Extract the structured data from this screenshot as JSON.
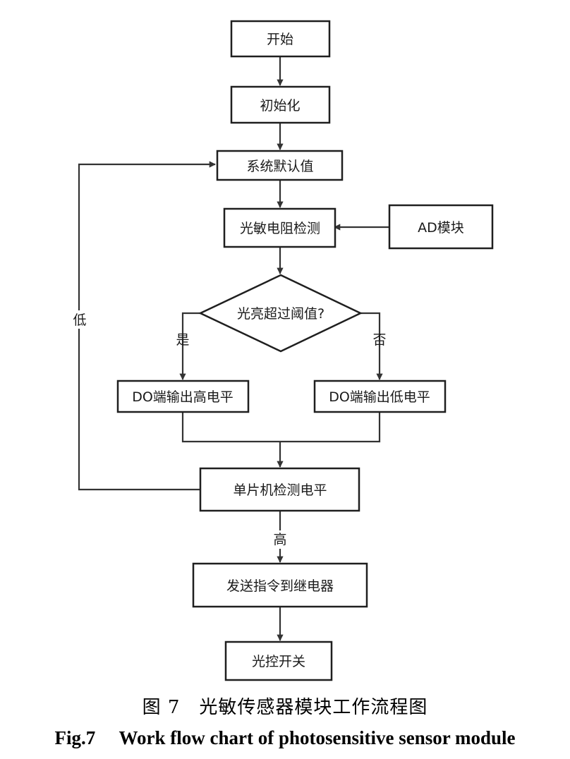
{
  "nodes": {
    "start": "开始",
    "init": "初始化",
    "default": "系统默认值",
    "detect": "光敏电阻检测",
    "ad": "AD模块",
    "decision": "光亮超过阈值?",
    "high_out": "DO端输出高电平",
    "low_out": "DO端输出低电平",
    "mcu": "单片机检测电平",
    "send": "发送指令到继电器",
    "switch": "光控开关"
  },
  "edge_labels": {
    "yes": "是",
    "no": "否",
    "low": "低",
    "high": "高"
  },
  "caption": {
    "cn": "图 7　光敏传感器模块工作流程图",
    "en": "Fig.7　 Work flow chart of photosensitive sensor module"
  }
}
